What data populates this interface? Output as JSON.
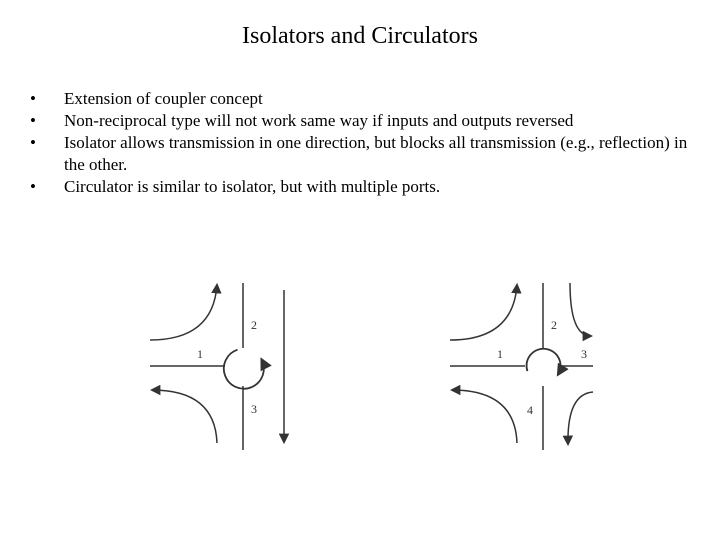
{
  "slide": {
    "title": "Isolators and Circulators",
    "bullet_symbol": "•",
    "bullets": [
      {
        "text": "Extension of coupler concept"
      },
      {
        "text": "Non-reciprocal type will not work same way if inputs and outputs reversed"
      },
      {
        "text": "Isolator allows transmission in one direction, but blocks all transmission (e.g., reflection) in the other."
      },
      {
        "text": "Circulator is similar to isolator, but with multiple ports."
      }
    ]
  },
  "diagrams": {
    "isolator": {
      "port_labels": [
        "1",
        "2",
        "3"
      ]
    },
    "circulator": {
      "port_labels": [
        "1",
        "2",
        "3",
        "4"
      ]
    }
  },
  "colors": {
    "text": "#000000",
    "line": "#333333",
    "background": "#ffffff"
  }
}
